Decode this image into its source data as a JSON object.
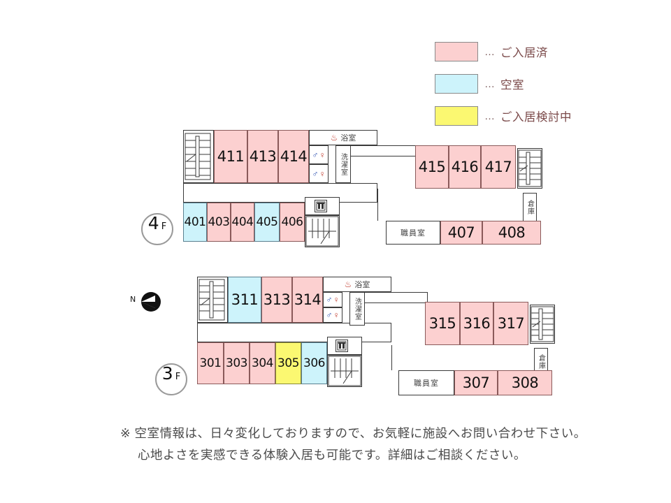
{
  "legend": {
    "dots": "…",
    "items": [
      {
        "status_key": "occupied",
        "color": "#fcd0d0",
        "label": "ご入居済"
      },
      {
        "status_key": "vacant",
        "color": "#cdf3fb",
        "label": "空室"
      },
      {
        "status_key": "pending",
        "color": "#fbf871",
        "label": "ご入居検討中"
      }
    ]
  },
  "compass": {
    "north_label": "N"
  },
  "floors": [
    {
      "id": "floor4",
      "badge_number": "4",
      "badge_suffix": "F",
      "upper_rooms": [
        {
          "number": "411",
          "status": "occupied"
        },
        {
          "number": "413",
          "status": "occupied"
        },
        {
          "number": "414",
          "status": "occupied"
        }
      ],
      "lower_rooms": [
        {
          "number": "401",
          "status": "vacant"
        },
        {
          "number": "403",
          "status": "occupied"
        },
        {
          "number": "404",
          "status": "occupied"
        },
        {
          "number": "405",
          "status": "vacant"
        },
        {
          "number": "406",
          "status": "occupied"
        }
      ],
      "right_upper_rooms": [
        {
          "number": "415",
          "status": "occupied"
        },
        {
          "number": "416",
          "status": "occupied"
        },
        {
          "number": "417",
          "status": "occupied"
        }
      ],
      "right_lower_rooms": [
        {
          "number": "407",
          "status": "occupied"
        },
        {
          "number": "408",
          "status": "occupied"
        }
      ],
      "facilities": {
        "bath": "浴室",
        "laundry": "洗濯室",
        "staff_room": "職員室",
        "storage": "倉庫"
      }
    },
    {
      "id": "floor3",
      "badge_number": "3",
      "badge_suffix": "F",
      "upper_rooms": [
        {
          "number": "311",
          "status": "vacant"
        },
        {
          "number": "313",
          "status": "occupied"
        },
        {
          "number": "314",
          "status": "occupied"
        }
      ],
      "lower_rooms": [
        {
          "number": "301",
          "status": "occupied"
        },
        {
          "number": "303",
          "status": "occupied"
        },
        {
          "number": "304",
          "status": "occupied"
        },
        {
          "number": "305",
          "status": "pending"
        },
        {
          "number": "306",
          "status": "vacant"
        }
      ],
      "right_upper_rooms": [
        {
          "number": "315",
          "status": "occupied"
        },
        {
          "number": "316",
          "status": "occupied"
        },
        {
          "number": "317",
          "status": "occupied"
        }
      ],
      "right_lower_rooms": [
        {
          "number": "307",
          "status": "occupied"
        },
        {
          "number": "308",
          "status": "occupied"
        }
      ],
      "facilities": {
        "bath": "浴室",
        "laundry": "洗濯室",
        "staff_room": "職員室",
        "storage": "倉庫"
      }
    }
  ],
  "footer": {
    "line1": "※ 空室情報は、日々変化しておりますので、お気軽に施設へお問い合わせ下さい。",
    "line2": "心地よさを実感できる体験入居も可能です。詳細はご相談ください。"
  }
}
